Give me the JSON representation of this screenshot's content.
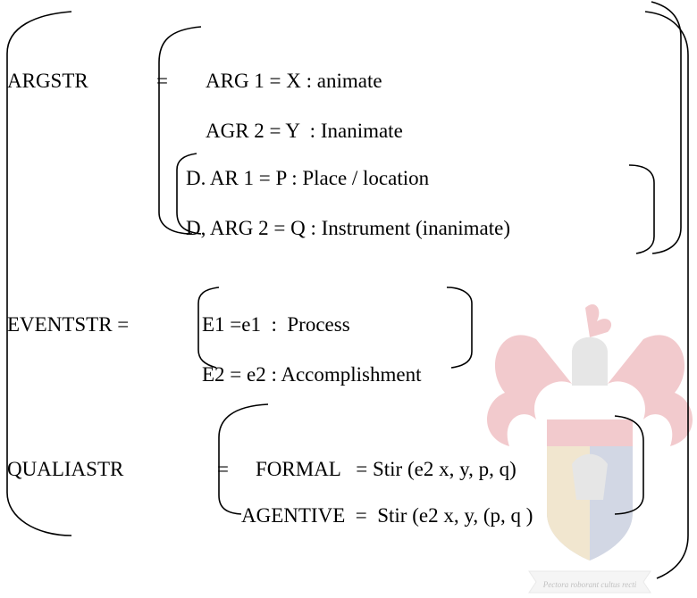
{
  "argstr": {
    "label": "ARGSTR",
    "eq": "=",
    "rows": [
      "ARG 1 = X : animate",
      "AGR 2 = Y  : Inanimate",
      "D. AR 1 = P : Place / location",
      "D, ARG 2 = Q : Instrument (inanimate)"
    ]
  },
  "eventstr": {
    "label": "EVENTSTR =",
    "rows": [
      "E1 =e1  :  Process",
      "E2 = e2 : Accomplishment"
    ]
  },
  "qualiastr": {
    "label": "QUALIASTR",
    "eq": "=",
    "rows": [
      "FORMAL   = Stir (e2 x, y, p, q)",
      "AGENTIVE  =  Stir (e2 x, y, (p, q )"
    ]
  },
  "watermark": {
    "motto": "Pectora roborant cultus recti",
    "colors": {
      "red": "#e8a0a6",
      "blue": "#aeb7cf",
      "gold": "#e6d2a8",
      "grey": "#d2d2d2"
    }
  }
}
